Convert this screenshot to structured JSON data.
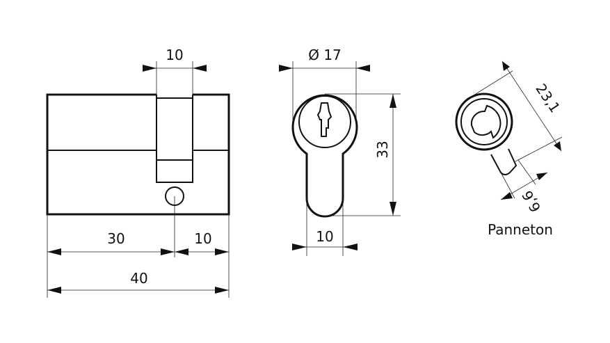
{
  "side_view": {
    "dim_cam_width": "10",
    "dim_left_length": "30",
    "dim_right_length": "10",
    "dim_total_length": "40"
  },
  "front_view": {
    "dim_diameter": "Ø 17",
    "dim_height": "33",
    "dim_bottom_width": "10"
  },
  "cam_view": {
    "dim_cam_length": "23,1",
    "dim_tab_width": "6,6",
    "caption": "Panneton"
  }
}
